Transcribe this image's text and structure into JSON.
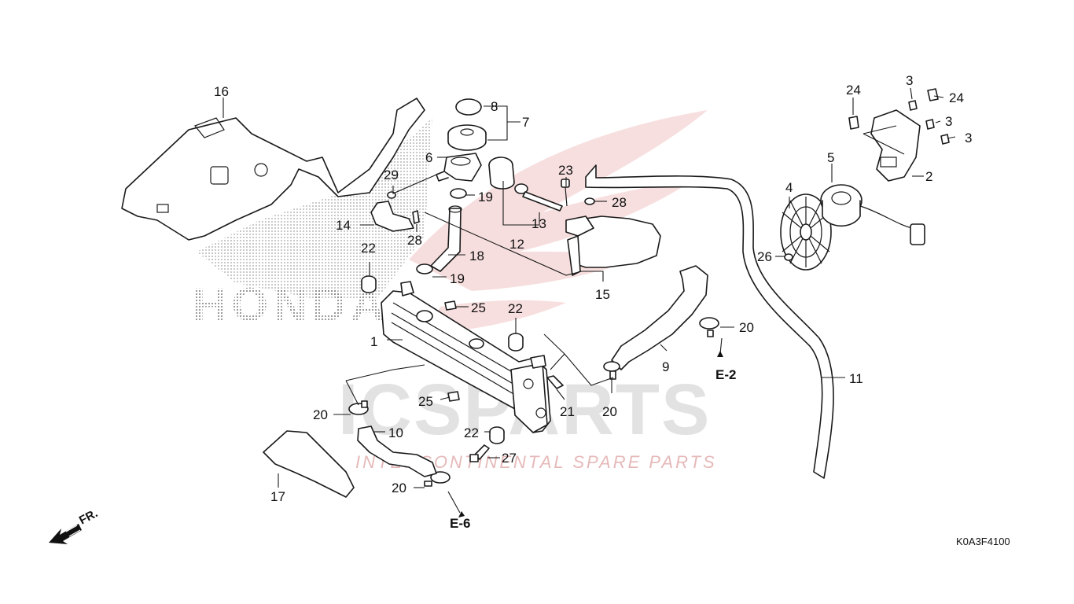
{
  "brand_text": "HONDA",
  "watermark": {
    "main": "ICSPARTS",
    "tagline": "INTERCONTINENTAL SPARE PARTS",
    "accent_color": "#e8b4b4"
  },
  "diagram_code": "K0A3F4100",
  "direction_label": "FR.",
  "refs": {
    "e2": "E-2",
    "e6": "E-6"
  },
  "callouts": {
    "c1": "1",
    "c2": "2",
    "c3a": "3",
    "c3b": "3",
    "c3c": "3",
    "c4": "4",
    "c5": "5",
    "c6": "6",
    "c7": "7",
    "c8": "8",
    "c9": "9",
    "c10": "10",
    "c11": "11",
    "c12": "12",
    "c13": "13",
    "c14": "14",
    "c15": "15",
    "c16": "16",
    "c17": "17",
    "c18": "18",
    "c19a": "19",
    "c19b": "19",
    "c20a": "20",
    "c20b": "20",
    "c20c": "20",
    "c20d": "20",
    "c21": "21",
    "c22a": "22",
    "c22b": "22",
    "c22c": "22",
    "c23": "23",
    "c24a": "24",
    "c24b": "24",
    "c25a": "25",
    "c25b": "25",
    "c26": "26",
    "c27": "27",
    "c28a": "28",
    "c28b": "28",
    "c29": "29"
  }
}
